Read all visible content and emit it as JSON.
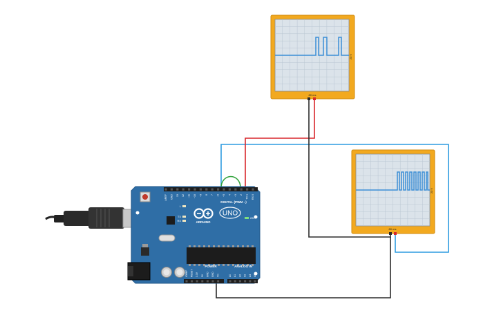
{
  "colors": {
    "board": "#2f6ea6",
    "board_dark": "#23588a",
    "scope_frame": "#f2a91f",
    "scope_screen": "#dbe3ea",
    "grid": "#b9c6d2",
    "trace": "#3b8ed6",
    "wire_red": "#d8262b",
    "wire_black": "#2b2b2b",
    "wire_blue": "#2d9be0",
    "wire_green": "#2fa23a"
  },
  "scope1": {
    "volts_label": "20 V",
    "time_label": "80 ms"
  },
  "scope2": {
    "volts_label": "20 V",
    "time_label": "80 ms"
  },
  "board": {
    "logo_text": "UNO",
    "brand": "ARDUINO",
    "header_digital": "DIGITAL (PWM ~)",
    "header_power": "POWER",
    "header_analog": "ANALOG IN",
    "on_label": "ON",
    "tx_label": "TX",
    "rx_label": "RX",
    "l_label": "L",
    "digital_pins": [
      "AREF",
      "GND",
      "13",
      "12",
      "~11",
      "~10",
      "~9",
      "8",
      "7",
      "~6",
      "~5",
      "4",
      "~3",
      "2",
      "TX 1",
      "RX 0"
    ],
    "power_pins": [
      "IOREF",
      "RESET",
      "3.3V",
      "5V",
      "GND",
      "GND",
      "Vin"
    ],
    "analog_pins": [
      "A0",
      "A1",
      "A2",
      "A3",
      "A4",
      "A5"
    ]
  }
}
